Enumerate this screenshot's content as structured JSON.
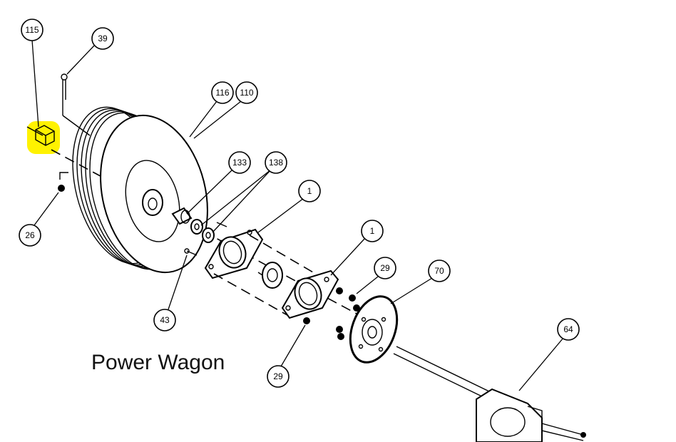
{
  "title": "Power Wagon",
  "highlight_color": "#fff200",
  "callouts": [
    {
      "id": "c115",
      "label": "115"
    },
    {
      "id": "c39",
      "label": "39"
    },
    {
      "id": "c116",
      "label": "116"
    },
    {
      "id": "c110",
      "label": "110"
    },
    {
      "id": "c133",
      "label": "133"
    },
    {
      "id": "c138",
      "label": "138"
    },
    {
      "id": "c1a",
      "label": "1"
    },
    {
      "id": "c1b",
      "label": "1"
    },
    {
      "id": "c29a",
      "label": "29"
    },
    {
      "id": "c70",
      "label": "70"
    },
    {
      "id": "c64",
      "label": "64"
    },
    {
      "id": "c26",
      "label": "26"
    },
    {
      "id": "c43",
      "label": "43"
    },
    {
      "id": "c29b",
      "label": "29"
    }
  ]
}
